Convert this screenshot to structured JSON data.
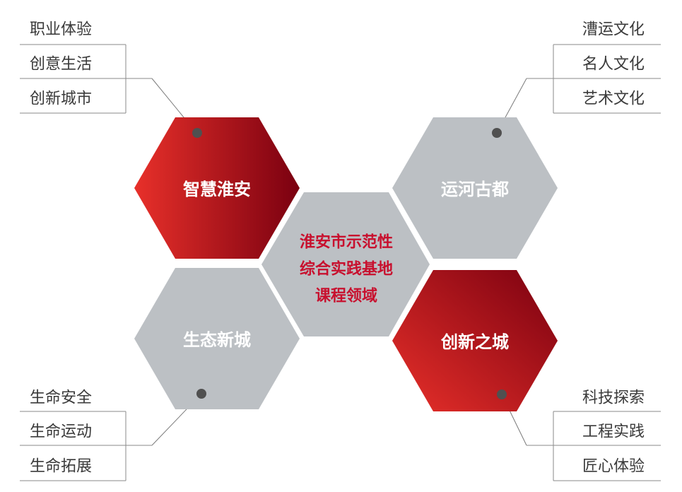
{
  "center": {
    "lines": [
      "淮安市示范性",
      "综合实践基地",
      "课程领域"
    ]
  },
  "hexagons": {
    "top_left": "智慧淮安",
    "top_right": "运河古都",
    "bottom_left": "生态新城",
    "bottom_right": "创新之城"
  },
  "lists": {
    "top_left": [
      "职业体验",
      "创意生活",
      "创新城市"
    ],
    "top_right": [
      "漕运文化",
      "名人文化",
      "艺术文化"
    ],
    "bottom_left": [
      "生命安全",
      "生命运动",
      "生命拓展"
    ],
    "bottom_right": [
      "科技探索",
      "工程实践",
      "匠心体验"
    ]
  },
  "colors": {
    "red_light": "#e8302a",
    "red_dark": "#7a0010",
    "gray_hex": "#bcc0c4",
    "center_text": "#c8102e",
    "text": "#3a3a3a",
    "line": "#8a8a8a",
    "dot": "#505050"
  }
}
